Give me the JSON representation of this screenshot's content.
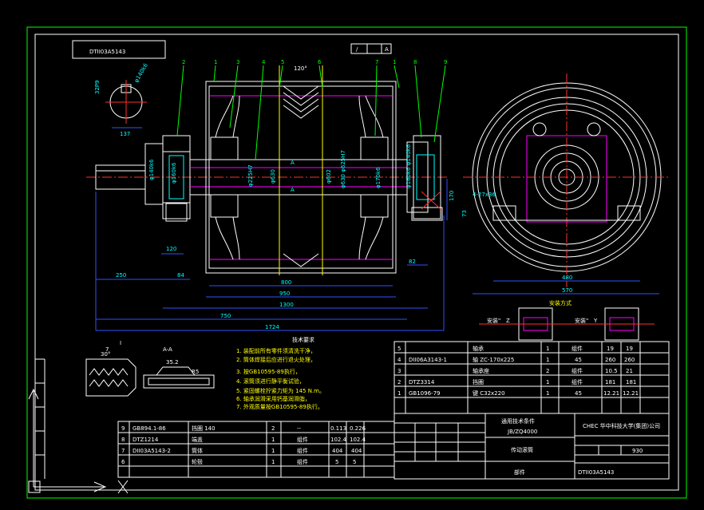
{
  "title_box": {
    "drawing_no": "DTII03A5143"
  },
  "part_balloons": [
    "2",
    "1",
    "3",
    "4",
    "5",
    "6",
    "7",
    "1",
    "8",
    "9"
  ],
  "dims": {
    "d250": "250",
    "d84": "84",
    "d120": "120",
    "d800": "800",
    "d950": "950",
    "d1300": "1300",
    "d750": "750",
    "d1724": "1724",
    "d82": "82",
    "d137": "137",
    "d480": "480",
    "d570": "570",
    "d170": "170",
    "d73": "73",
    "d120deg": "120°",
    "holes": "4-27x36"
  },
  "section": {
    "title": "A-A",
    "d352": "35.2",
    "r5": "R5",
    "a30": "30°",
    "l7": "7"
  },
  "tech_req": {
    "title": "技术要求",
    "items": [
      "1. 装配前所有零件须清洗干净，",
      "2. 筒体焊接后应进行退火处理，",
      "3. 按GB10595-89执行，",
      "4. 滚筒须进行静平衡试验，",
      "5. 紧固螺栓拧紧力矩为 145 N.m。",
      "6. 轴承润滑采用钙基润滑脂，",
      "7. 外观质量按GB10595-89执行。"
    ]
  },
  "parts_upper": [
    {
      "no": "5",
      "code": "",
      "name": "轴承",
      "qty": "1",
      "mat": "组件",
      "w1": "19",
      "w2": "19"
    },
    {
      "no": "4",
      "code": "DII06A3143-1",
      "name": "轴 ZC-170x225",
      "qty": "1",
      "mat": "45",
      "w1": "260",
      "w2": "260"
    },
    {
      "no": "3",
      "code": "",
      "name": "轴承座",
      "qty": "2",
      "mat": "组件",
      "w1": "10.5",
      "w2": "21"
    },
    {
      "no": "2",
      "code": "DTZ3314",
      "name": "挡圈",
      "qty": "1",
      "mat": "组件",
      "w1": "181",
      "w2": "181"
    },
    {
      "no": "1",
      "code": "GB1096-79",
      "name": "键 C32x220",
      "qty": "1",
      "mat": "45",
      "w1": "12.21",
      "w2": "12.21"
    }
  ],
  "parts_lower": [
    {
      "no": "9",
      "code": "GB894.1-86",
      "name": "挡圈 140",
      "qty": "2",
      "mat": "--",
      "w1": "0.113",
      "w2": "0.226"
    },
    {
      "no": "8",
      "code": "DTZ1214",
      "name": "端盖",
      "qty": "1",
      "mat": "组件",
      "w1": "102.4",
      "w2": "102.4"
    },
    {
      "no": "7",
      "code": "DII03A5143-2",
      "name": "筒体",
      "qty": "1",
      "mat": "组件",
      "w1": "404",
      "w2": "404"
    },
    {
      "no": "6",
      "code": "",
      "name": "轮毂",
      "qty": "1",
      "mat": "组件",
      "w1": "5",
      "w2": "5"
    }
  ],
  "title_block": {
    "std": "通用技术条件",
    "std_code": "JB/ZQ4000",
    "product": "传动滚筒",
    "company": "CHEC 华中科技大学(集团)公司",
    "weight": "930",
    "drawing_no": "DTII03A5143",
    "part_label": "部件"
  },
  "views": {
    "z_label": "Z",
    "y_label": "Y"
  }
}
